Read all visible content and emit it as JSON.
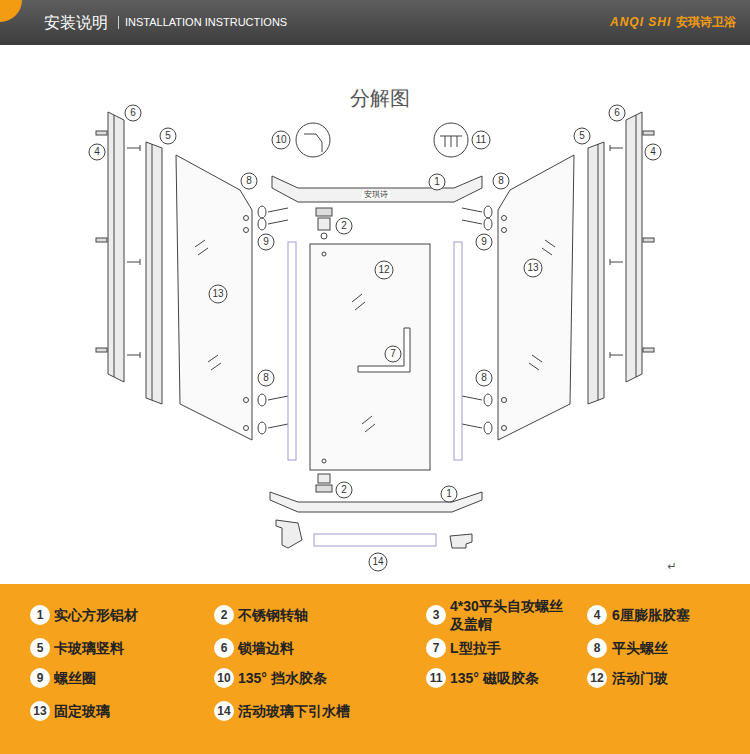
{
  "diagram": {
    "title": "分解图",
    "nodes": [
      {
        "text": [
          "安装说明",
          "INSTALLATION INSTRUCTIONS",
          "ANQI SHI",
          "安琪诗卫浴"
        ]
      },
      {
        "text": [
          "1",
          "实心方形铝材",
          "2",
          "不锈钢转轴",
          "3",
          "4*30平头自攻螺丝及盖帽",
          "4",
          "6厘膨胀胶塞",
          "5",
          "卡玻璃竖料",
          "6",
          "锁墙边料",
          "7",
          "L型拉手",
          "8",
          "平头螺丝",
          "9",
          "螺丝圈",
          "10",
          "135° 挡水胶条",
          "11",
          "135° 磁吸胶条",
          "12",
          "活动门玻",
          "13",
          "固定玻璃",
          "14",
          "活动玻璃下引水槽"
        ]
      }
    ],
    "labels": [
      "6",
      "6",
      "5",
      "5",
      "10",
      "11",
      "4",
      "4",
      "8",
      "安琪诗",
      "1",
      "8",
      "2",
      "9",
      "9",
      "12",
      "13",
      "13",
      "7",
      "8",
      "8",
      "2",
      "1",
      "14",
      "↵"
    ]
  }
}
